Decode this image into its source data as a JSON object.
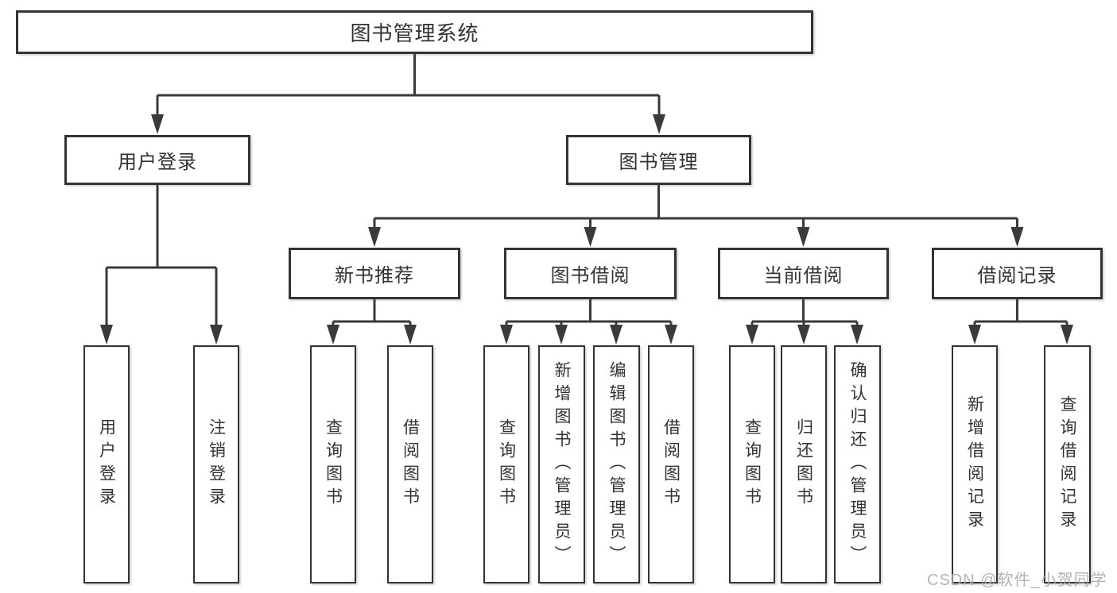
{
  "tree": {
    "root": {
      "label": "图书管理系统"
    },
    "branches": [
      {
        "label": "用户登录",
        "leaves": [
          {
            "label": "用户登录"
          },
          {
            "label": "注销登录"
          }
        ]
      },
      {
        "label": "图书管理",
        "groups": [
          {
            "label": "新书推荐",
            "leaves": [
              {
                "label": "查询图书"
              },
              {
                "label": "借阅图书"
              }
            ]
          },
          {
            "label": "图书借阅",
            "leaves": [
              {
                "label": "查询图书"
              },
              {
                "label": "新增图书（管理员）"
              },
              {
                "label": "编辑图书（管理员）"
              },
              {
                "label": "借阅图书"
              }
            ]
          },
          {
            "label": "当前借阅",
            "leaves": [
              {
                "label": "查询图书"
              },
              {
                "label": "归还图书"
              },
              {
                "label": "确认归还（管理员）"
              }
            ]
          },
          {
            "label": "借阅记录",
            "leaves": [
              {
                "label": "新增借阅记录"
              },
              {
                "label": "查询借阅记录"
              }
            ]
          }
        ]
      }
    ]
  },
  "watermark": {
    "text": "CSDN @软件_小贺同学"
  },
  "colors": {
    "line": "#3a3a3a",
    "box_border": "#333333",
    "text": "#333333",
    "watermark": "#ababab",
    "background": "#ffffff"
  }
}
